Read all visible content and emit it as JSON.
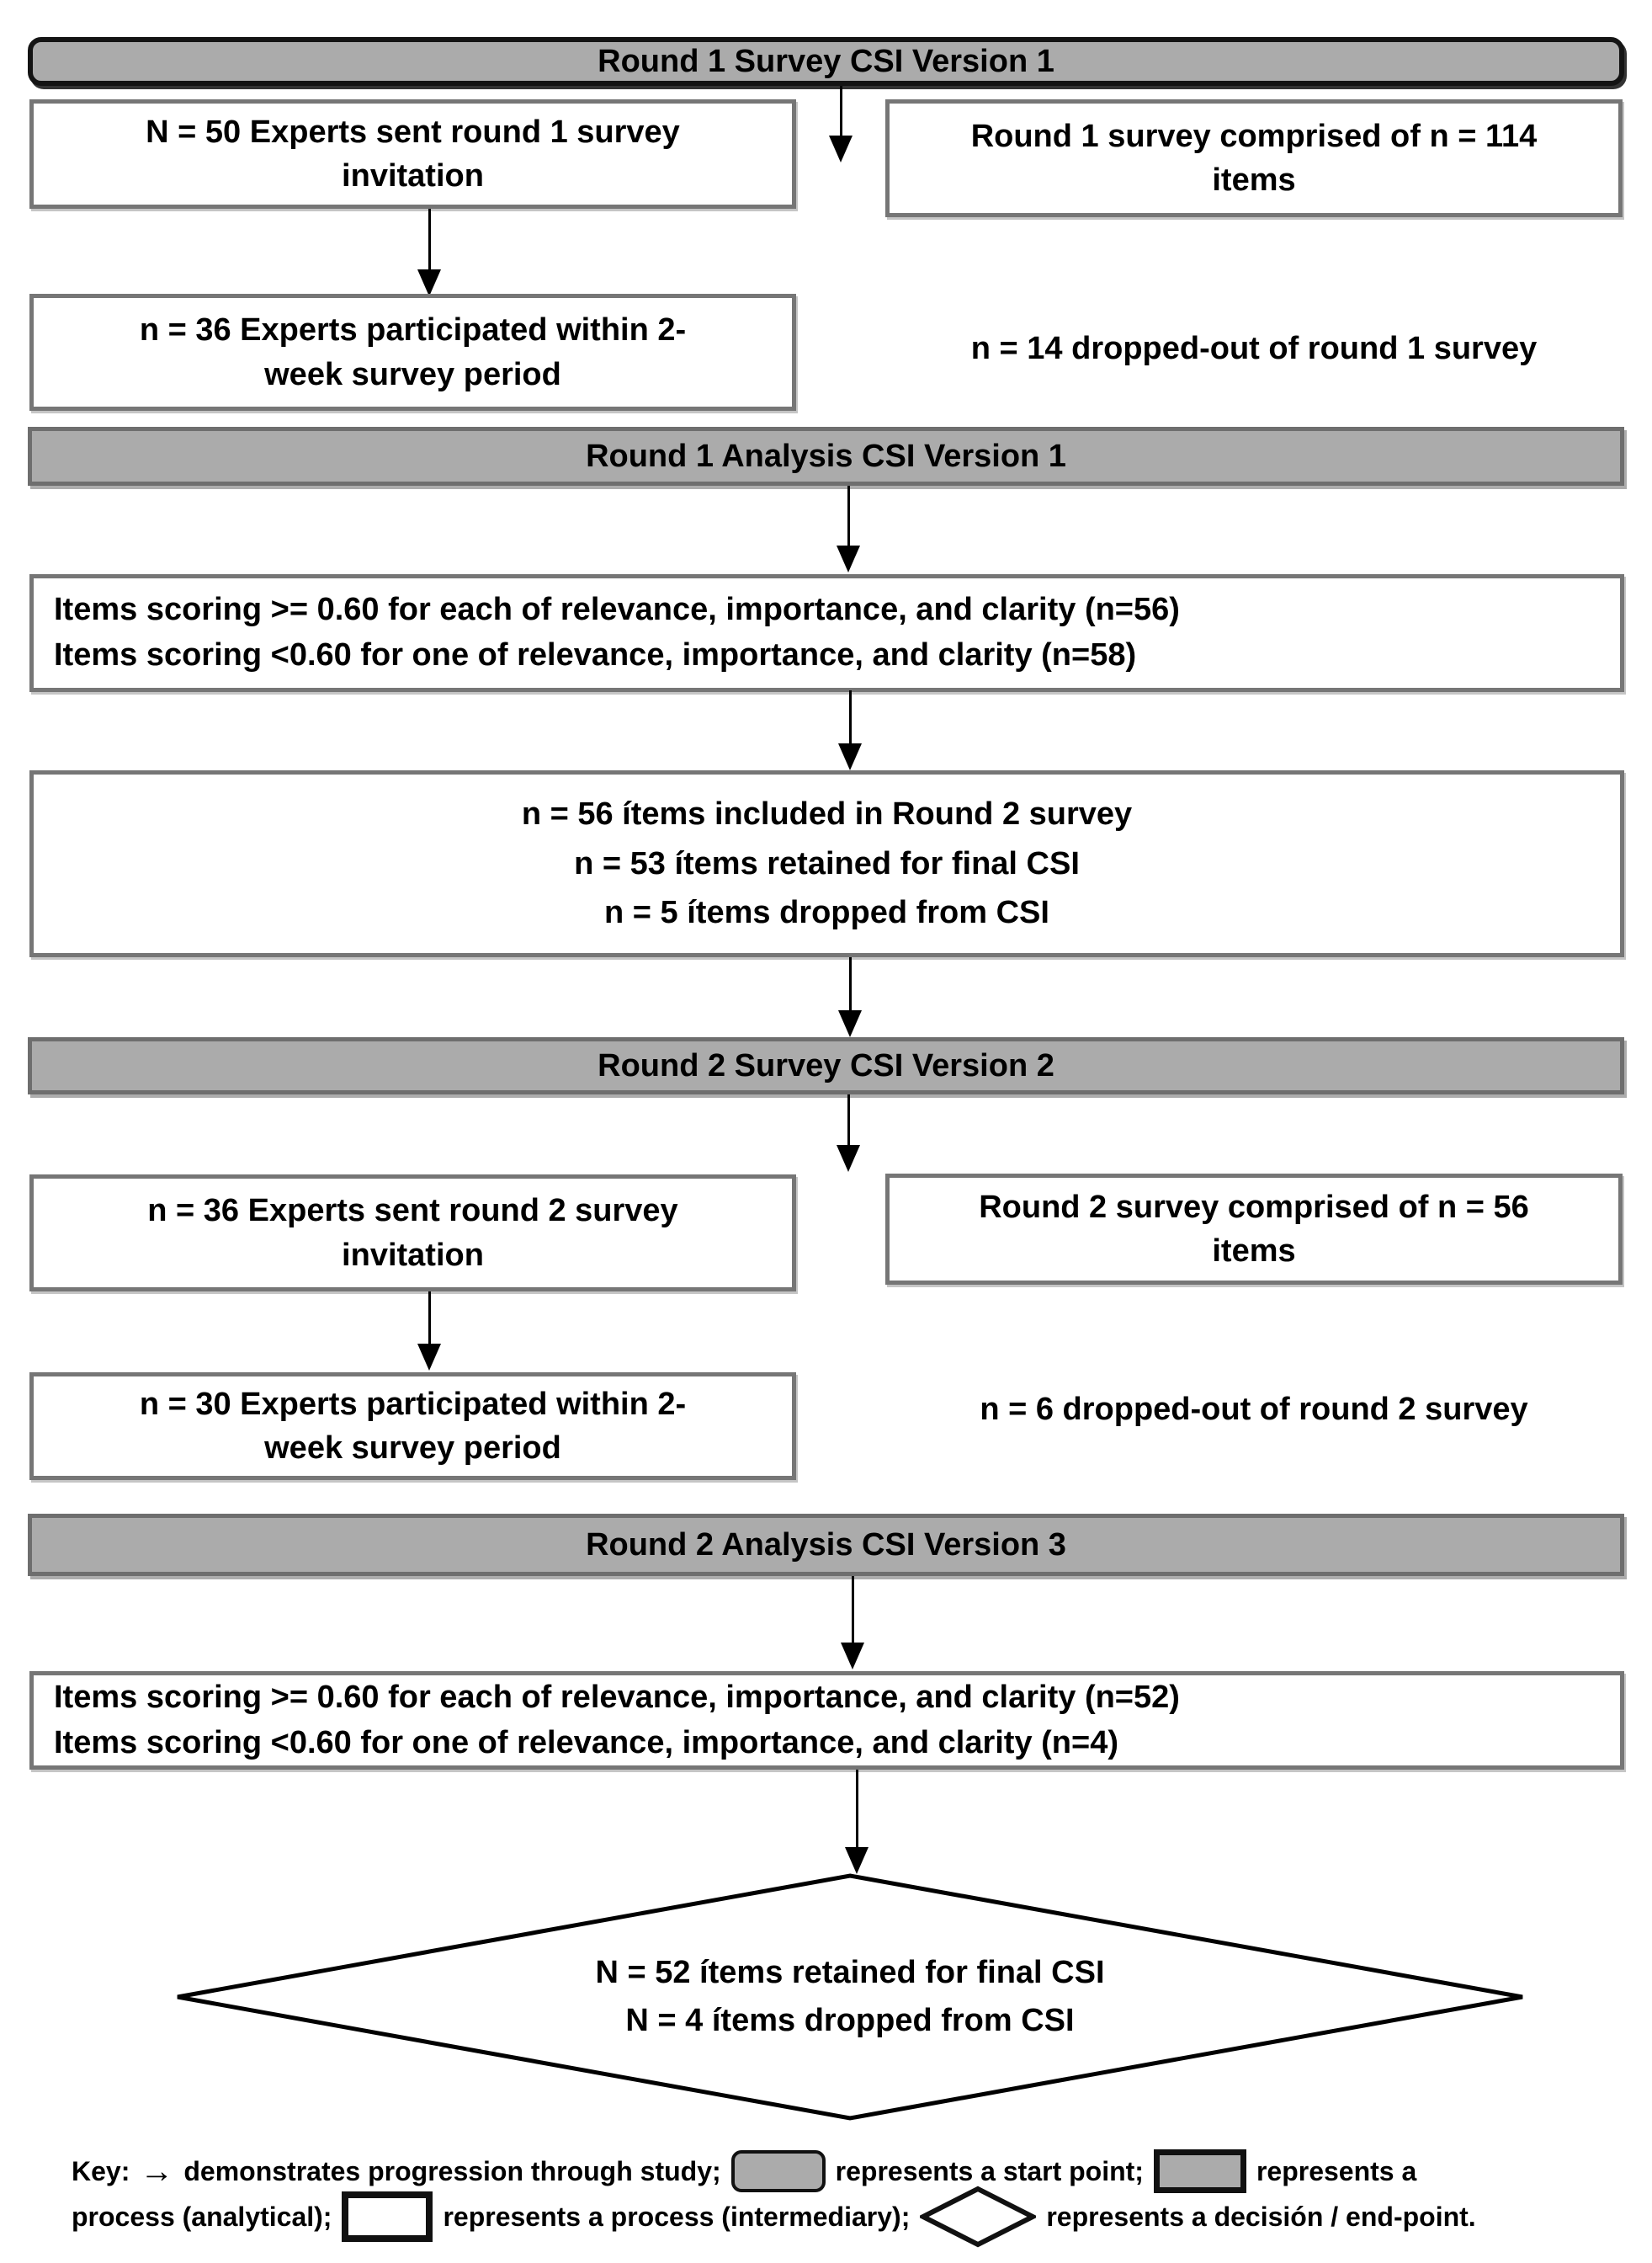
{
  "headers": {
    "r1_survey": "Round 1 Survey CSI Version 1",
    "r1_analysis": "Round 1 Analysis CSI Version 1",
    "r2_survey": "Round 2 Survey CSI Version 2",
    "r2_analysis": "Round 2 Analysis CSI Version 3"
  },
  "boxes": {
    "r1_invitation": {
      "lines": [
        "N = 50 Experts sent round 1 survey",
        "invitation"
      ]
    },
    "r1_comprised": {
      "lines": [
        "Round 1 survey comprised of n = 114",
        "items"
      ]
    },
    "r1_participated": {
      "lines": [
        "n = 36 Experts participated within 2-",
        "week survey period"
      ]
    },
    "r1_dropout": "n = 14 dropped-out of round 1 survey",
    "r1_scoring": {
      "lines": [
        "Items scoring >= 0.60 for each of relevance, importance, and clarity (n=56)",
        "Items scoring <0.60 for one of relevance, importance, and clarity (n=58)"
      ]
    },
    "r1_results": {
      "lines": [
        "n = 56 ítems included in Round 2 survey",
        "n = 53 ítems retained for final CSI",
        "n = 5 ítems dropped from CSI"
      ]
    },
    "r2_invitation": {
      "lines": [
        "n = 36 Experts sent round 2 survey",
        "invitation"
      ]
    },
    "r2_comprised": {
      "lines": [
        "Round 2 survey comprised of n = 56",
        "items"
      ]
    },
    "r2_participated": {
      "lines": [
        "n = 30 Experts participated within 2-",
        "week survey period"
      ]
    },
    "r2_dropout": "n = 6 dropped-out of round 2 survey",
    "r2_scoring": {
      "lines": [
        "Items scoring >= 0.60 for each of relevance, importance, and clarity (n=52)",
        "Items scoring <0.60 for one of relevance, importance, and clarity (n=4)"
      ]
    },
    "decision": {
      "lines": [
        "N = 52 ítems retained for final CSI",
        "N = 4 ítems dropped from CSI"
      ]
    }
  },
  "key": {
    "label": "Key:",
    "arrow_glyph": "→",
    "arrow_meaning": "demonstrates progression through study;",
    "start_meaning": "represents a start point;",
    "analytical_meaning_end": "represents a",
    "analytical_meaning_start": "process (analytical);",
    "intermediary_meaning": "represents a process (intermediary);",
    "decision_meaning": "represents a decisión / end-point."
  },
  "colors": {
    "node_gray": "#ababab",
    "box_border_gray": "#767676",
    "bar_border_gray": "#6e6e6e",
    "start_border_black": "#141414",
    "text": "#000000",
    "background": "#ffffff"
  }
}
